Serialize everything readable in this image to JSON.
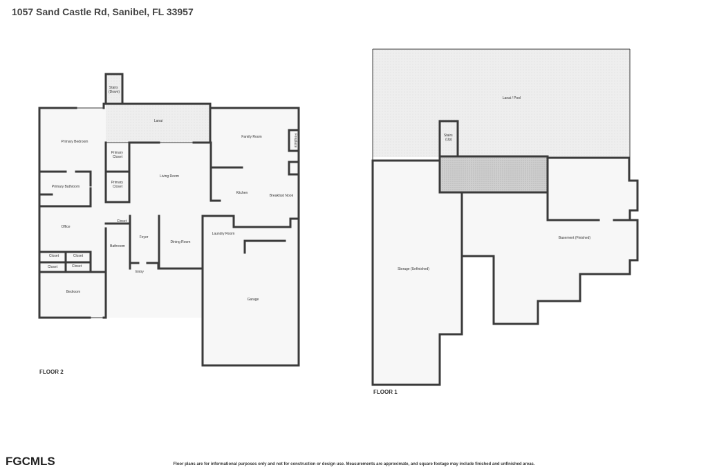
{
  "header": {
    "address": "1057 Sand Castle Rd, Sanibel, FL 33957"
  },
  "floor2": {
    "label": "FLOOR 2",
    "rooms": {
      "stairs_down": [
        "Stairs",
        "(Down)"
      ],
      "lanai": "Lanai",
      "primary_bedroom": "Primary Bedroom",
      "primary_closet_1": [
        "Primary",
        "Closet"
      ],
      "primary_closet_2": [
        "Primary",
        "Closet"
      ],
      "living_room": "Living Room",
      "family_room": "Family Room",
      "fireplace": "Fireplace",
      "kitchen": "Kitchen",
      "breakfast_nook": "Breakfast Nook",
      "primary_bathroom": "Primary Bathroom",
      "office": "Office",
      "closet_hall": "Closet",
      "foyer": "Foyer",
      "dining_room": "Dining Room",
      "laundry_room": "Laundry Room",
      "bathroom": "Bathroom",
      "closet_a": "Closet",
      "closet_b": "Closet",
      "closet_c": "Closet",
      "closet_d": "Closet",
      "entry": "Entry",
      "bedroom": "Bedroom",
      "garage": "Garage"
    }
  },
  "floor1": {
    "label": "FLOOR 1",
    "rooms": {
      "lanai_pool": "Lanai / Pool",
      "stairs_up": [
        "Stairs",
        "(Up)"
      ],
      "basement": "Basement (Finished)",
      "storage": "Storage (Unfinished)"
    }
  },
  "footer": {
    "logo": "FGCMLS",
    "disclaimer": "Floor plans are for informational purposes only and not for construction or design use. Measurements are approximate, and square footage may include finished and unfinished areas."
  }
}
